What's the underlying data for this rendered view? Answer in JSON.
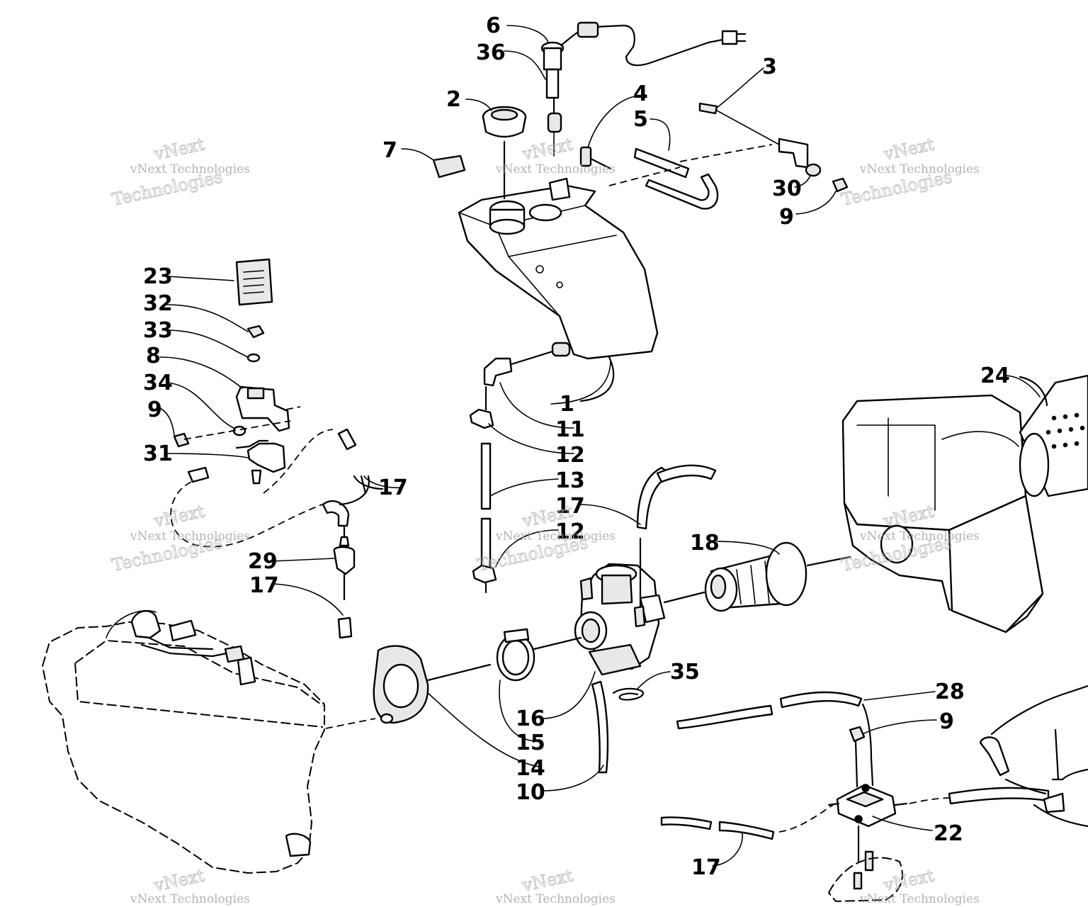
{
  "watermark": {
    "line1": "vNext",
    "line2": "vNext Technologies",
    "line3": "Technologies"
  },
  "callouts": {
    "c1": "1",
    "c2": "2",
    "c3": "3",
    "c4": "4",
    "c5": "5",
    "c6": "6",
    "c7": "7",
    "c8": "8",
    "c9a": "9",
    "c9b": "9",
    "c9c": "9",
    "c10": "10",
    "c11": "11",
    "c12a": "12",
    "c12b": "12",
    "c13": "13",
    "c14": "14",
    "c15": "15",
    "c16": "16",
    "c17a": "17",
    "c17b": "17",
    "c17c": "17",
    "c17d": "17",
    "c18": "18",
    "c22": "22",
    "c23": "23",
    "c24": "24",
    "c28": "28",
    "c29": "29",
    "c30": "30",
    "c31": "31",
    "c32": "32",
    "c33": "33",
    "c34": "34",
    "c35": "35",
    "c36": "36"
  }
}
